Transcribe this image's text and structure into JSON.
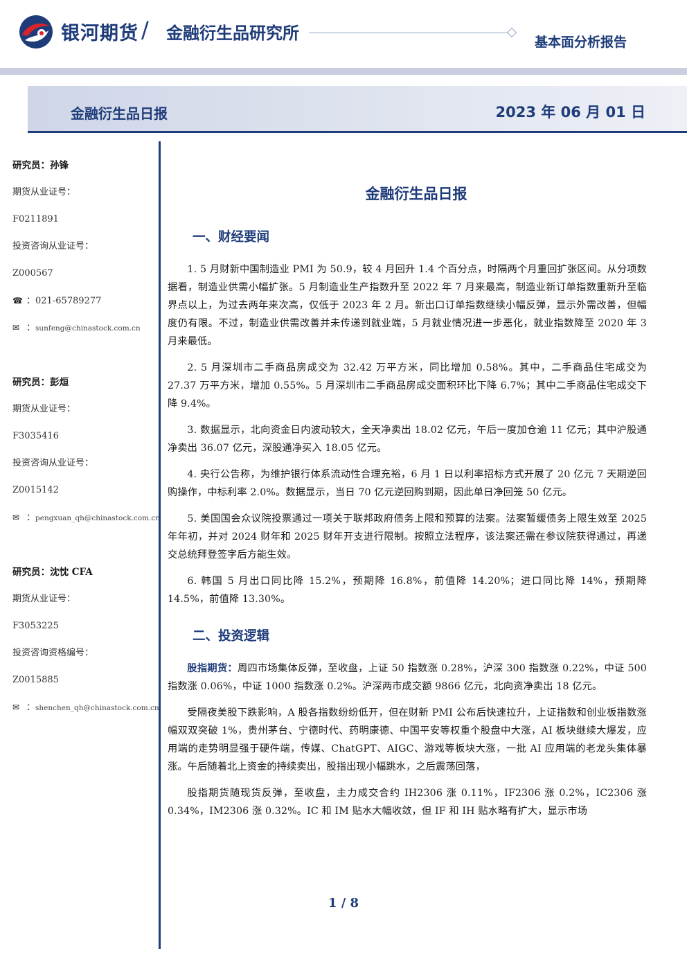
{
  "header": {
    "company": "银河期货",
    "slash": "/",
    "institute": "金融衍生品研究所",
    "report_type": "基本面分析报告",
    "brand_color": "#1f3c7a",
    "accent_color": "#d9242a"
  },
  "title_band": {
    "title": "金融衍生品日报",
    "date": "2023 年 06 月 01 日"
  },
  "analysts": [
    {
      "name": "研究员：孙锋",
      "cert_label": "期货从业证号：",
      "cert": "F0211891",
      "consult_label": "投资咨询从业证号：",
      "consult": "Z000567",
      "phone": "021-65789277",
      "email": "sunfeng@chinastock.com.cn"
    },
    {
      "name": "研究员：彭烜",
      "cert_label": "期货从业证号：",
      "cert": "F3035416",
      "consult_label": "投资咨询从业证号：",
      "consult": "Z0015142",
      "email": "pengxuan_qh@chinastock.com.cn"
    },
    {
      "name": "研究员：沈忱 CFA",
      "cert_label": "期货从业证号：",
      "cert": "F3053225",
      "consult_label": "投资咨询资格编号：",
      "consult": "Z0015885",
      "email": "shenchen_qh@chinastock.com.cn"
    }
  ],
  "icons": {
    "phone": "phone-icon",
    "email": "envelope-icon"
  },
  "main": {
    "title": "金融衍生品日报",
    "section1": "一、财经要闻",
    "news": [
      "1. 5 月财新中国制造业 PMI 为 50.9，较 4 月回升 1.4 个百分点，时隔两个月重回扩张区间。从分项数据看，制造业供需小幅扩张。5 月制造业生产指数升至 2022 年 7 月来最高，制造业新订单指数重新升至临界点以上，为过去两年来次高，仅低于 2023 年 2 月。新出口订单指数继续小幅反弹，显示外需改善，但幅度仍有限。不过，制造业供需改善并未传递到就业端，5 月就业情况进一步恶化，就业指数降至 2020 年 3 月来最低。",
      "2. 5 月深圳市二手商品房成交为 32.42 万平方米，同比增加 0.58%。其中，二手商品住宅成交为 27.37 万平方米，增加 0.55%。5 月深圳市二手商品房成交面积环比下降 6.7%；其中二手商品住宅成交下降 9.4%。",
      "3. 数据显示，北向资金日内波动较大，全天净卖出 18.02 亿元，午后一度加仓逾 11 亿元；其中沪股通净卖出 36.07 亿元，深股通净买入 18.05 亿元。",
      "4. 央行公告称，为维护银行体系流动性合理充裕，6 月 1 日以利率招标方式开展了 20 亿元 7 天期逆回购操作，中标利率 2.0%。数据显示，当日 70 亿元逆回购到期，因此单日净回笼 50 亿元。",
      "5. 美国国会众议院投票通过一项关于联邦政府债务上限和预算的法案。法案暂缓债务上限生效至 2025 年年初，并对 2024 财年和 2025 财年开支进行限制。按照立法程序，该法案还需在参议院获得通过，再递交总统拜登签字后方能生效。",
      "6. 韩国 5 月出口同比降 15.2%，预期降 16.8%，前值降 14.20%；进口同比降 14%，预期降 14.5%，前值降 13.30%。"
    ],
    "section2": "二、投资逻辑",
    "logic_lead": "股指期货：",
    "logic": [
      "周四市场集体反弹，至收盘，上证 50 指数涨 0.28%，沪深 300 指数涨 0.22%，中证 500 指数涨 0.06%，中证 1000 指数涨 0.2%。沪深两市成交额 9866 亿元，北向资净卖出 18 亿元。",
      "受隔夜美股下跌影响，A 股各指数纷纷低开，但在财新 PMI 公布后快速拉升，上证指数和创业板指数涨幅双双突破 1%，贵州茅台、宁德时代、药明康德、中国平安等权重个股盘中大涨，AI 板块继续大爆发，应用端的走势明显强于硬件端，传媒、ChatGPT、AIGC、游戏等板块大涨，一批 AI 应用端的老龙头集体暴涨。午后随着北上资金的持续卖出，股指出现小幅跳水，之后震荡回落，",
      "股指期货随现货反弹，至收盘，主力成交合约 IH2306 涨 0.11%，IF2306 涨 0.2%，IC2306 涨 0.34%，IM2306 涨 0.32%。IC 和 IM 贴水大幅收敛，但 IF 和 IH 贴水略有扩大，显示市场"
    ]
  },
  "page": {
    "current": "1",
    "sep": " / ",
    "total": "8"
  }
}
